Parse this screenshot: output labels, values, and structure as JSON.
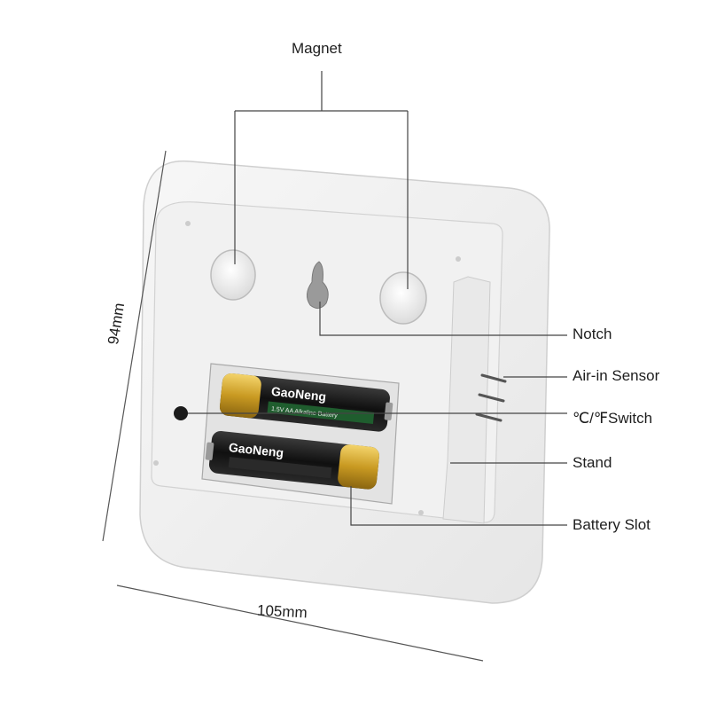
{
  "labels": {
    "magnet": "Magnet",
    "notch": "Notch",
    "air_in_sensor": "Air-in Sensor",
    "switch": "℃/℉Switch",
    "stand": "Stand",
    "battery_slot": "Battery Slot"
  },
  "dimensions": {
    "height": "94mm",
    "width": "105mm"
  },
  "battery_brand": "GaoNeng",
  "battery_fineprint": "1.5V AA Alkaline Battery"
}
